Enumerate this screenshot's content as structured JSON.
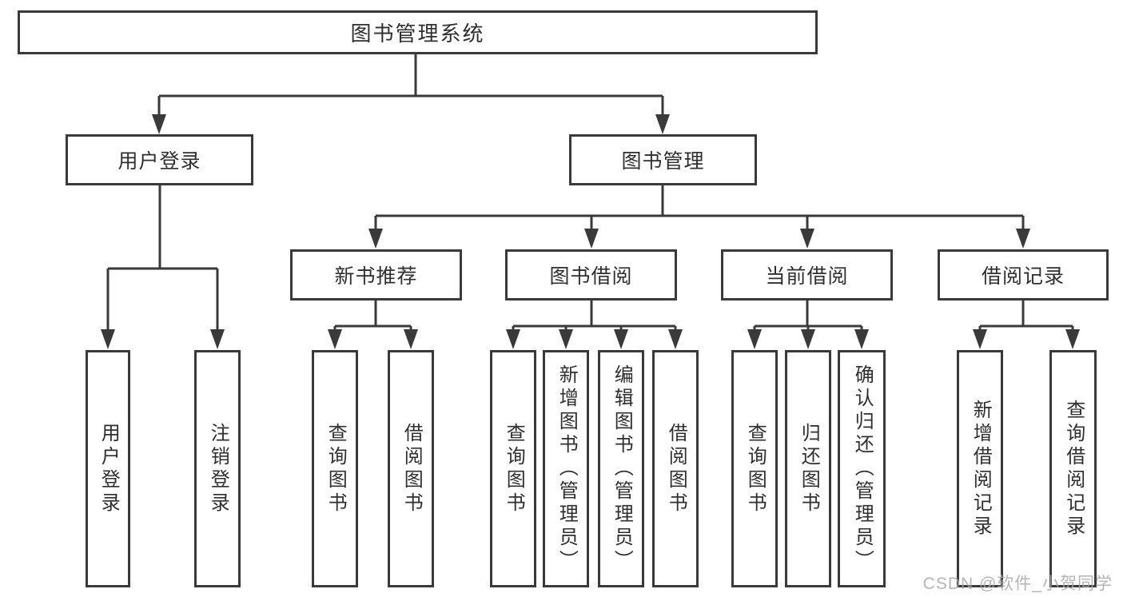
{
  "diagram": {
    "root": {
      "label": "图书管理系统",
      "children": [
        {
          "label": "用户登录",
          "children": [
            {
              "label": "用户登录"
            },
            {
              "label": "注销登录"
            }
          ]
        },
        {
          "label": "图书管理",
          "children": [
            {
              "label": "新书推荐",
              "children": [
                {
                  "label": "查询图书"
                },
                {
                  "label": "借阅图书"
                }
              ]
            },
            {
              "label": "图书借阅",
              "children": [
                {
                  "label": "查询图书"
                },
                {
                  "label": "新增图书（管理员）"
                },
                {
                  "label": "编辑图书（管理员）"
                },
                {
                  "label": "借阅图书"
                }
              ]
            },
            {
              "label": "当前借阅",
              "children": [
                {
                  "label": "查询图书"
                },
                {
                  "label": "归还图书"
                },
                {
                  "label": "确认归还（管理员）"
                }
              ]
            },
            {
              "label": "借阅记录",
              "children": [
                {
                  "label": "新增借阅记录"
                },
                {
                  "label": "查询借阅记录"
                }
              ]
            }
          ]
        }
      ]
    }
  },
  "watermark": {
    "text": "CSDN @软件_小贺同学"
  },
  "colors": {
    "line": "#3a3a3a",
    "text": "#2f2f2f",
    "watermark": "#a9a9a9",
    "background": "#ffffff"
  }
}
